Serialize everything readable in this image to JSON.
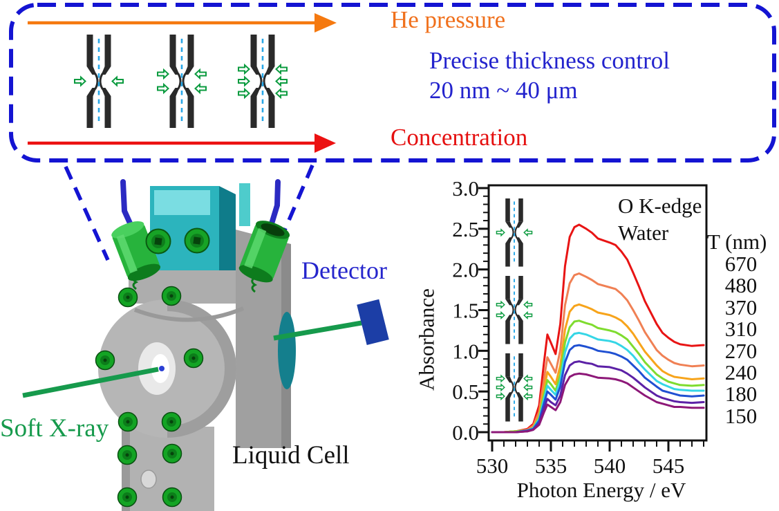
{
  "panel": {
    "he_pressure_label": "He pressure",
    "thickness_line1": "Precise thickness control",
    "thickness_line2": "20 nm ~ 40 μm",
    "concentration_label": "Concentration",
    "colors": {
      "border": "#1414d2",
      "he_arrow": "#f5790f",
      "concentration_arrow": "#ec1111",
      "thickness_text": "#2323cd",
      "he_text": "#f0701c",
      "concentration_text": "#e51010"
    },
    "schematic": {
      "description": "liquid cell membranes squeezed by increasing He pressure",
      "membrane_color": "#2a2a2a",
      "flow_arrow_color": "#27a7e8",
      "pressure_arrow_color": "#0b9b3f",
      "pressure_arrow_pairs": [
        1,
        2,
        3
      ]
    }
  },
  "device": {
    "detector_label": "Detector",
    "soft_xray_label": "Soft X-ray",
    "liquid_cell_label": "Liquid Cell",
    "colors": {
      "beam": "#169a4c",
      "detector_box": "#1c3ea6",
      "body_gray": "#b6b6b6",
      "top_block_teal": "#2cb4bd",
      "fittings_green": "#27b33c",
      "tubes_blue": "#2b2ac2"
    }
  },
  "chart_data": {
    "type": "line",
    "annotation": [
      "O K-edge",
      "Water"
    ],
    "xlabel": "Photon Energy / eV",
    "ylabel": "Absorbance",
    "legend_title": "T (nm)",
    "legend_position": "right",
    "grid": false,
    "xlim": [
      529.7,
      548.2
    ],
    "ylim": [
      -0.11,
      3.04
    ],
    "x_ticks": [
      530,
      535,
      540,
      545
    ],
    "x_minor_step": 1,
    "y_ticks": [
      0,
      0.5,
      1,
      1.5,
      2,
      2.5,
      3
    ],
    "y_minor_step": 0.1,
    "x": [
      530,
      531,
      532,
      533,
      533.5,
      534,
      534.4,
      534.7,
      535,
      535.4,
      535.8,
      536.2,
      536.6,
      537,
      537.4,
      538,
      538.5,
      539,
      540,
      540.5,
      541,
      541.5,
      542,
      542.5,
      543,
      544,
      544.5,
      545,
      545.5,
      546,
      547,
      548
    ],
    "series": [
      {
        "name": "670",
        "color": "#e81414",
        "values": [
          0,
          0,
          0.01,
          0.04,
          0.1,
          0.33,
          0.84,
          1.2,
          1.1,
          0.96,
          1.33,
          2.04,
          2.4,
          2.52,
          2.55,
          2.5,
          2.45,
          2.38,
          2.33,
          2.3,
          2.22,
          2.12,
          1.96,
          1.79,
          1.61,
          1.33,
          1.22,
          1.16,
          1.11,
          1.08,
          1.06,
          1.07
        ]
      },
      {
        "name": "480",
        "color": "#f08054",
        "values": [
          0,
          0,
          0.01,
          0.03,
          0.08,
          0.25,
          0.64,
          0.92,
          0.84,
          0.73,
          1.01,
          1.56,
          1.83,
          1.93,
          1.95,
          1.91,
          1.87,
          1.82,
          1.78,
          1.76,
          1.7,
          1.62,
          1.5,
          1.37,
          1.23,
          1.01,
          0.94,
          0.89,
          0.85,
          0.83,
          0.81,
          0.82
        ]
      },
      {
        "name": "370",
        "color": "#f7a41b",
        "values": [
          0,
          0,
          0.01,
          0.02,
          0.06,
          0.2,
          0.52,
          0.74,
          0.68,
          0.59,
          0.82,
          1.26,
          1.48,
          1.55,
          1.57,
          1.54,
          1.51,
          1.47,
          1.44,
          1.41,
          1.37,
          1.3,
          1.21,
          1.1,
          0.99,
          0.82,
          0.75,
          0.71,
          0.68,
          0.67,
          0.65,
          0.66
        ]
      },
      {
        "name": "310",
        "color": "#7fdc2f",
        "values": [
          0,
          0,
          0.01,
          0.02,
          0.05,
          0.18,
          0.45,
          0.64,
          0.59,
          0.51,
          0.71,
          1.1,
          1.29,
          1.36,
          1.37,
          1.34,
          1.32,
          1.28,
          1.25,
          1.23,
          1.19,
          1.14,
          1.05,
          0.96,
          0.86,
          0.71,
          0.66,
          0.62,
          0.6,
          0.58,
          0.57,
          0.58
        ]
      },
      {
        "name": "270",
        "color": "#35d6e6",
        "values": [
          0,
          0,
          0,
          0.02,
          0.05,
          0.16,
          0.4,
          0.57,
          0.52,
          0.46,
          0.63,
          0.98,
          1.15,
          1.21,
          1.22,
          1.2,
          1.17,
          1.14,
          1.12,
          1.1,
          1.06,
          1.01,
          0.94,
          0.85,
          0.77,
          0.63,
          0.59,
          0.56,
          0.53,
          0.52,
          0.51,
          0.51
        ]
      },
      {
        "name": "240",
        "color": "#1f50d2",
        "values": [
          0,
          0,
          0,
          0.02,
          0.04,
          0.14,
          0.35,
          0.5,
          0.46,
          0.4,
          0.56,
          0.86,
          1.01,
          1.06,
          1.07,
          1.05,
          1.03,
          1.0,
          0.98,
          0.96,
          0.93,
          0.89,
          0.82,
          0.75,
          0.67,
          0.56,
          0.51,
          0.49,
          0.47,
          0.45,
          0.44,
          0.45
        ]
      },
      {
        "name": "180",
        "color": "#5c21a6",
        "values": [
          0,
          0,
          0,
          0.01,
          0.03,
          0.11,
          0.29,
          0.41,
          0.37,
          0.33,
          0.45,
          0.7,
          0.82,
          0.86,
          0.87,
          0.85,
          0.84,
          0.81,
          0.8,
          0.78,
          0.76,
          0.72,
          0.67,
          0.61,
          0.55,
          0.45,
          0.42,
          0.4,
          0.38,
          0.37,
          0.36,
          0.37
        ]
      },
      {
        "name": "150",
        "color": "#8d1878",
        "values": [
          0,
          0,
          0,
          0.01,
          0.03,
          0.09,
          0.24,
          0.34,
          0.31,
          0.27,
          0.37,
          0.58,
          0.68,
          0.71,
          0.72,
          0.71,
          0.69,
          0.67,
          0.66,
          0.65,
          0.63,
          0.6,
          0.55,
          0.5,
          0.45,
          0.37,
          0.35,
          0.33,
          0.31,
          0.31,
          0.3,
          0.3
        ]
      }
    ]
  }
}
